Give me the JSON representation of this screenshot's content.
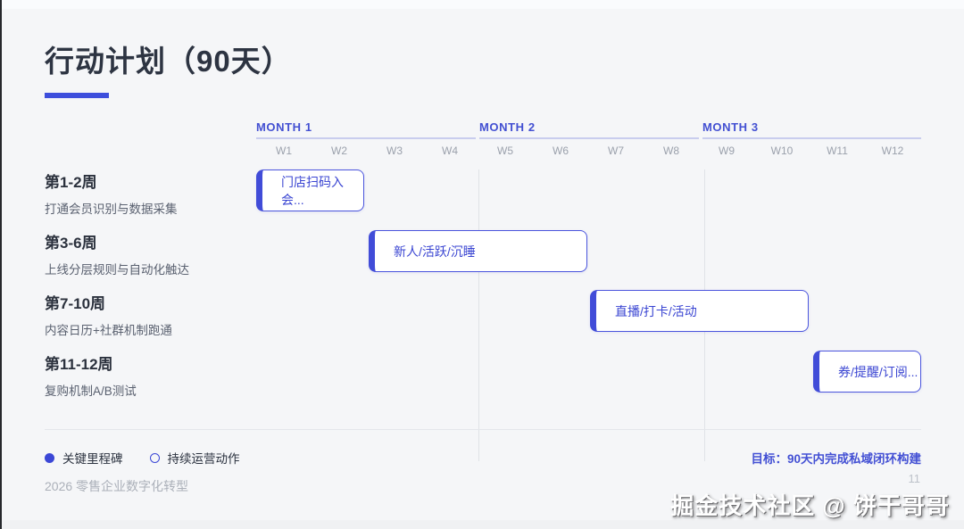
{
  "slide": {
    "title": "行动计划（90天）",
    "goal": "目标：90天内完成私域闭环构建",
    "footer": "2026 零售企业数字化转型",
    "page_number": "11",
    "watermark": "掘金技术社区 @ 饼干哥哥"
  },
  "legend": {
    "items": [
      {
        "marker": "filled-circle",
        "label": "关键里程碑"
      },
      {
        "marker": "outline-circle",
        "label": "持续运营动作"
      }
    ]
  },
  "colors": {
    "accent_blue": "#3d4edc",
    "bar_border": "#4b55dd",
    "bar_text": "#3a45d2",
    "month_label": "#4350d2",
    "grid_line": "#e0e3e7",
    "title_text": "#2d3442",
    "muted_text": "#9ba1ac"
  },
  "chart_data": {
    "type": "bar",
    "variant": "gantt-timeline",
    "title": "行动计划（90天）",
    "months": [
      "MONTH 1",
      "MONTH 2",
      "MONTH 3"
    ],
    "weeks": [
      "W1",
      "W2",
      "W3",
      "W4",
      "W5",
      "W6",
      "W7",
      "W8",
      "W9",
      "W10",
      "W11",
      "W12"
    ],
    "x_range_weeks": [
      1,
      12
    ],
    "grid": "monthly vertical separators",
    "legend_position": "bottom-left",
    "rows": [
      {
        "period": "第1-2周",
        "description": "打通会员识别与数据采集",
        "bar_label": "门店扫码入会...",
        "week_start": 1,
        "week_end": 2
      },
      {
        "period": "第3-6周",
        "description": "上线分层规则与自动化触达",
        "bar_label": "新人/活跃/沉睡",
        "week_start": 3,
        "week_end": 6
      },
      {
        "period": "第7-10周",
        "description": "内容日历+社群机制跑通",
        "bar_label": "直播/打卡/活动",
        "week_start": 7,
        "week_end": 10
      },
      {
        "period": "第11-12周",
        "description": "复购机制A/B测试",
        "bar_label": "券/提醒/订阅...",
        "week_start": 11,
        "week_end": 12
      }
    ]
  }
}
